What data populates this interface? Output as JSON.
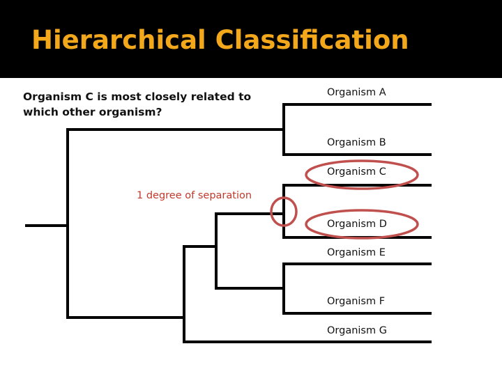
{
  "slide": {
    "title": "Hierarchical Classification",
    "question": "Organism C is most closely related to which other organism?",
    "annotation": "1 degree of separation"
  },
  "organisms": [
    {
      "label": "Organism A"
    },
    {
      "label": "Organism B"
    },
    {
      "label": "Organism C"
    },
    {
      "label": "Organism D"
    },
    {
      "label": "Organism E"
    },
    {
      "label": "Organism F"
    },
    {
      "label": "Organism G"
    }
  ],
  "colors": {
    "header_bg": "#000000",
    "title": "#f3a81c",
    "line": "#000000",
    "highlight": "#c0504d",
    "annotation": "#c0392b"
  }
}
